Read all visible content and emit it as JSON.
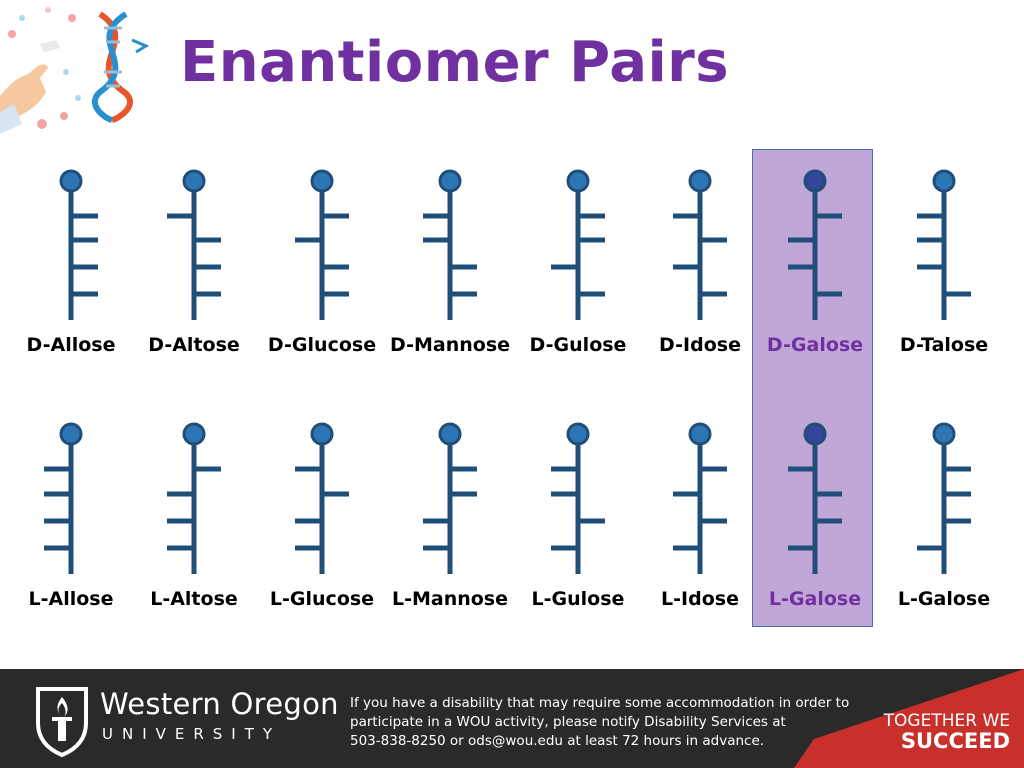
{
  "title": "Enantiomer Pairs",
  "colors": {
    "title": "#7030a0",
    "structure": "#1f4e79",
    "structure_head": "#2e75b6",
    "label": "#000000",
    "highlight_label": "#7030a0",
    "highlight_fill": "#c1a7d8",
    "footer_bg": "#2a2a2a",
    "footer_accent": "#c8302c"
  },
  "highlight_column": 6,
  "d_row": [
    {
      "label": "D-Allose",
      "branches": [
        "R",
        "R",
        "R",
        "R"
      ]
    },
    {
      "label": "D-Altose",
      "branches": [
        "L",
        "R",
        "R",
        "R"
      ]
    },
    {
      "label": "D-Glucose",
      "branches": [
        "R",
        "L",
        "R",
        "R"
      ]
    },
    {
      "label": "D-Mannose",
      "branches": [
        "L",
        "L",
        "R",
        "R"
      ]
    },
    {
      "label": "D-Gulose",
      "branches": [
        "R",
        "R",
        "L",
        "R"
      ]
    },
    {
      "label": "D-Idose",
      "branches": [
        "L",
        "R",
        "L",
        "R"
      ]
    },
    {
      "label": "D-Galose",
      "branches": [
        "R",
        "L",
        "L",
        "R"
      ]
    },
    {
      "label": "D-Talose",
      "branches": [
        "L",
        "L",
        "L",
        "R"
      ]
    }
  ],
  "l_row": [
    {
      "label": "L-Allose",
      "branches": [
        "L",
        "L",
        "L",
        "L"
      ]
    },
    {
      "label": "L-Altose",
      "branches": [
        "R",
        "L",
        "L",
        "L"
      ]
    },
    {
      "label": "L-Glucose",
      "branches": [
        "L",
        "R",
        "L",
        "L"
      ]
    },
    {
      "label": "L-Mannose",
      "branches": [
        "R",
        "R",
        "L",
        "L"
      ]
    },
    {
      "label": "L-Gulose",
      "branches": [
        "L",
        "L",
        "R",
        "L"
      ]
    },
    {
      "label": "L-Idose",
      "branches": [
        "R",
        "L",
        "R",
        "L"
      ]
    },
    {
      "label": "L-Galose",
      "branches": [
        "L",
        "R",
        "R",
        "L"
      ]
    },
    {
      "label": "L-Galose",
      "branches": [
        "R",
        "R",
        "R",
        "L"
      ]
    }
  ],
  "footer": {
    "university_name": "Western Oregon",
    "university_sub": "UNIVERSITY",
    "notice_lines": [
      "If you have a disability that may require some accommodation in order to",
      "participate in a WOU activity, please notify Disability Services at",
      "503-838-8250 or ods@wou.edu at least 72 hours in advance."
    ],
    "slogan_line1": "TOGETHER WE",
    "slogan_line2": "SUCCEED"
  },
  "icons": [
    "hand-dna-logo-icon",
    "torch-logo-icon"
  ]
}
